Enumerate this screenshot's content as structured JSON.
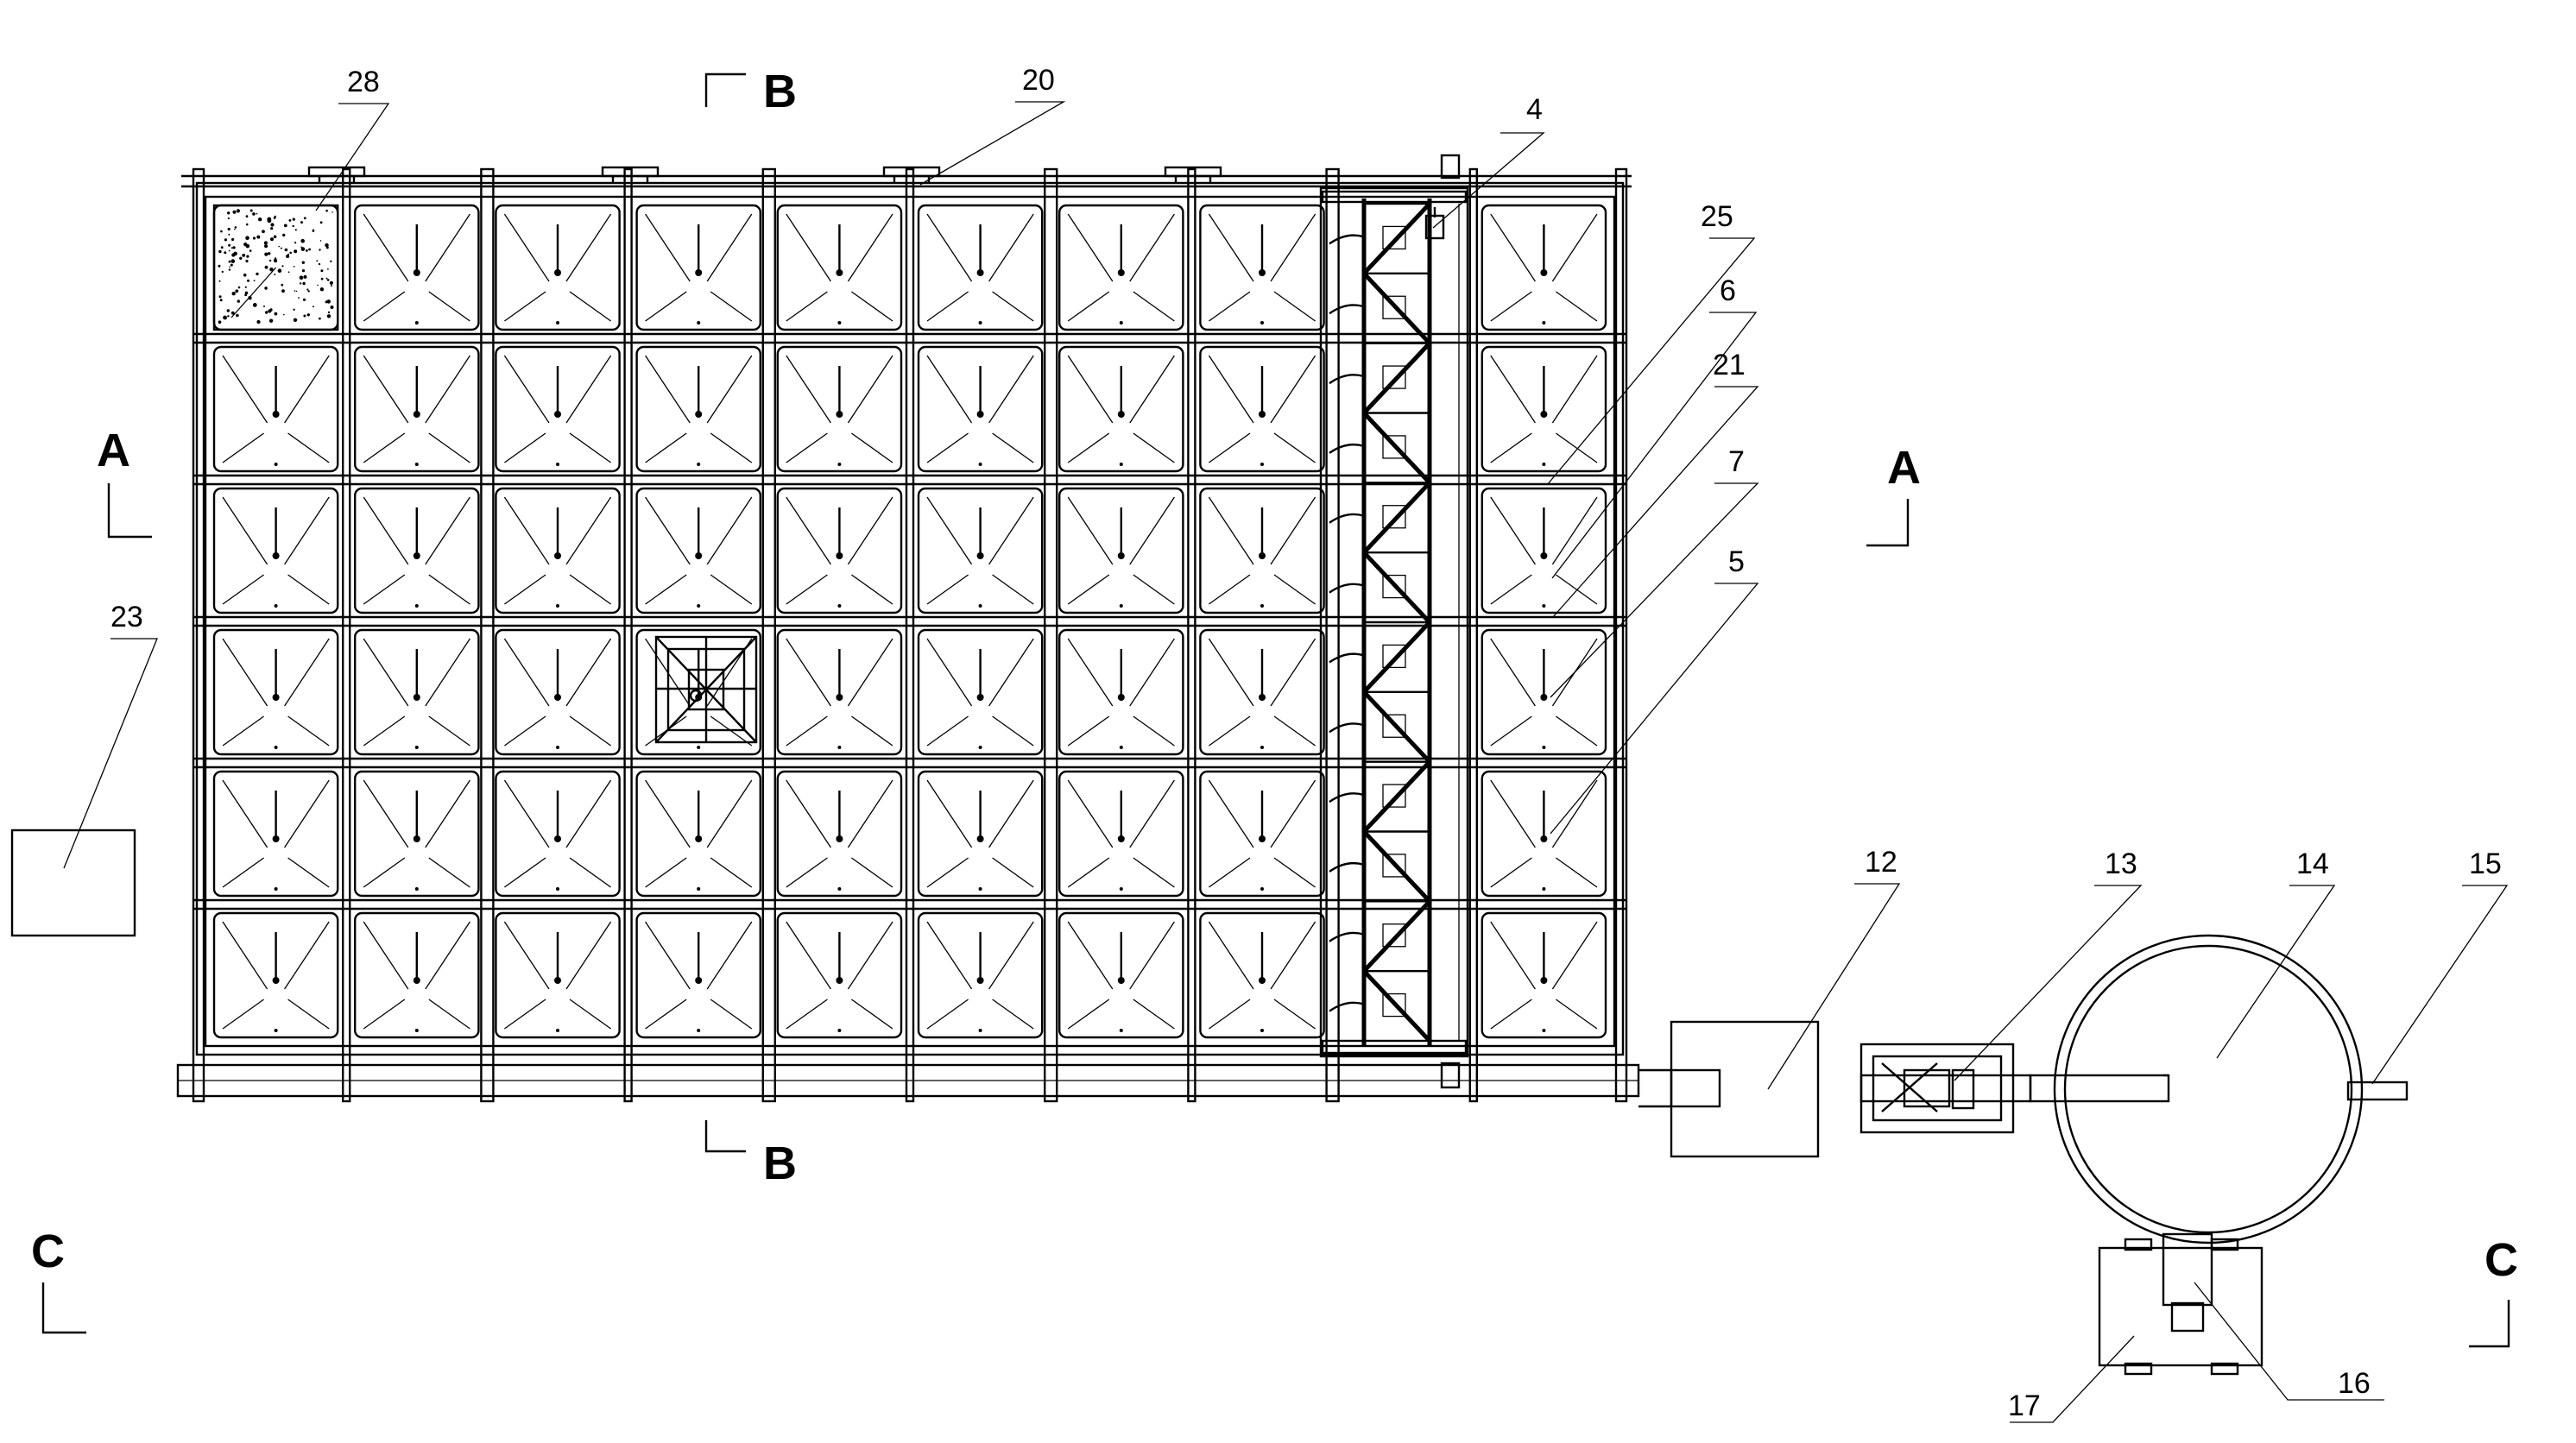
{
  "labels": {
    "l28": "28",
    "l20": "20",
    "l4": "4",
    "l25": "25",
    "l6": "6",
    "l21": "21",
    "l7": "7",
    "l5": "5",
    "l23": "23",
    "l12": "12",
    "l13": "13",
    "l14": "14",
    "l15": "15",
    "l16": "16",
    "l17": "17"
  },
  "sections": {
    "a": "A",
    "b": "B",
    "c": "C"
  },
  "grid": {
    "columns": 10,
    "rows": 6
  },
  "colors": {
    "line": "#000000",
    "background": "#ffffff"
  }
}
